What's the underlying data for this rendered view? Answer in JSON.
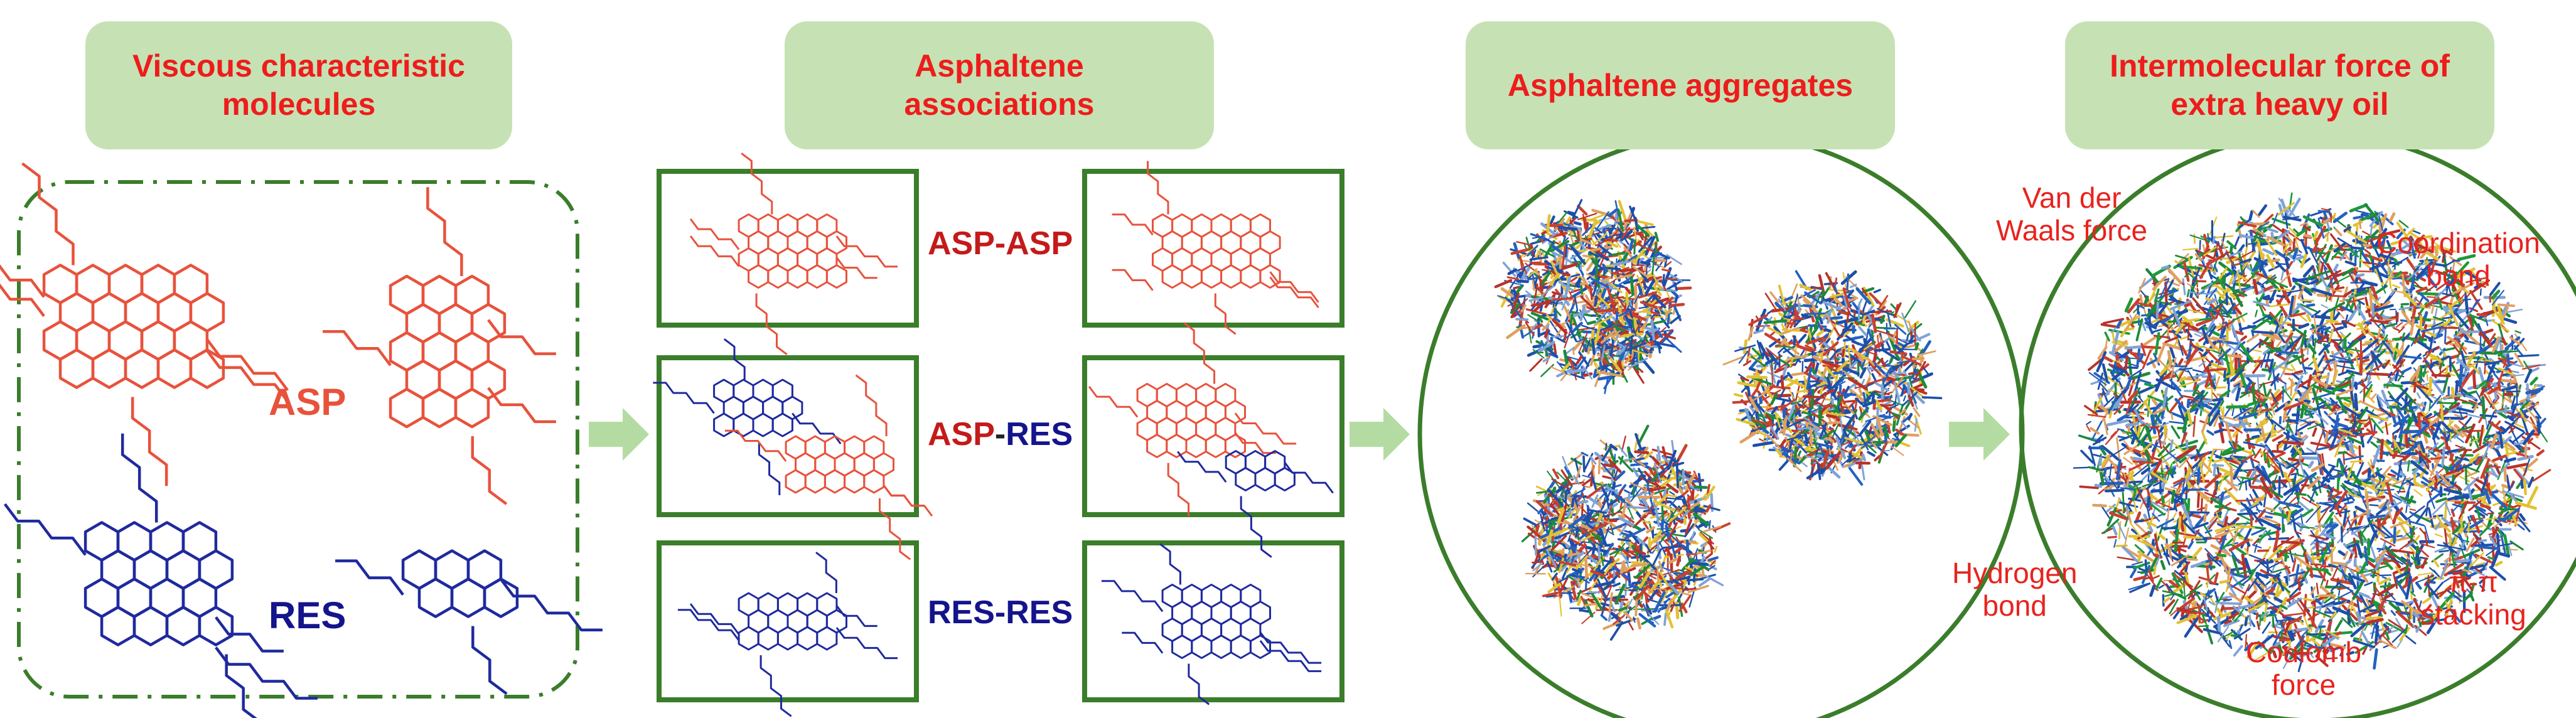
{
  "headers": {
    "viscous": "Viscous characteristic\nmolecules",
    "associations": "Asphaltene\nassociations",
    "aggregates": "Asphaltene aggregates",
    "intermolecular": "Intermolecular force of\nextra heavy oil"
  },
  "molecules": {
    "asp": "ASP",
    "res": "RES"
  },
  "associations": {
    "asp_asp": "ASP-ASP",
    "asp_res": {
      "a": "ASP",
      "sep": "-",
      "b": "RES"
    },
    "res_res": "RES-RES"
  },
  "forces": {
    "vdw": "Van der\nWaals force",
    "coordination": "Coordination\nbond",
    "hydrogen": "Hydrogen\nbond",
    "pi": "π-π\nstacking",
    "coulomb": "Coulomb\nforce"
  },
  "colors": {
    "asp": "#e8523c",
    "res": "#1f2a9e",
    "res_label": "#14148c",
    "asp_label": "#c41a1a",
    "frame_green": "#3a7d2a",
    "header_bg": "#c6e2b4",
    "header_text": "#ee1c1c",
    "arrow": "#b4dca2"
  }
}
